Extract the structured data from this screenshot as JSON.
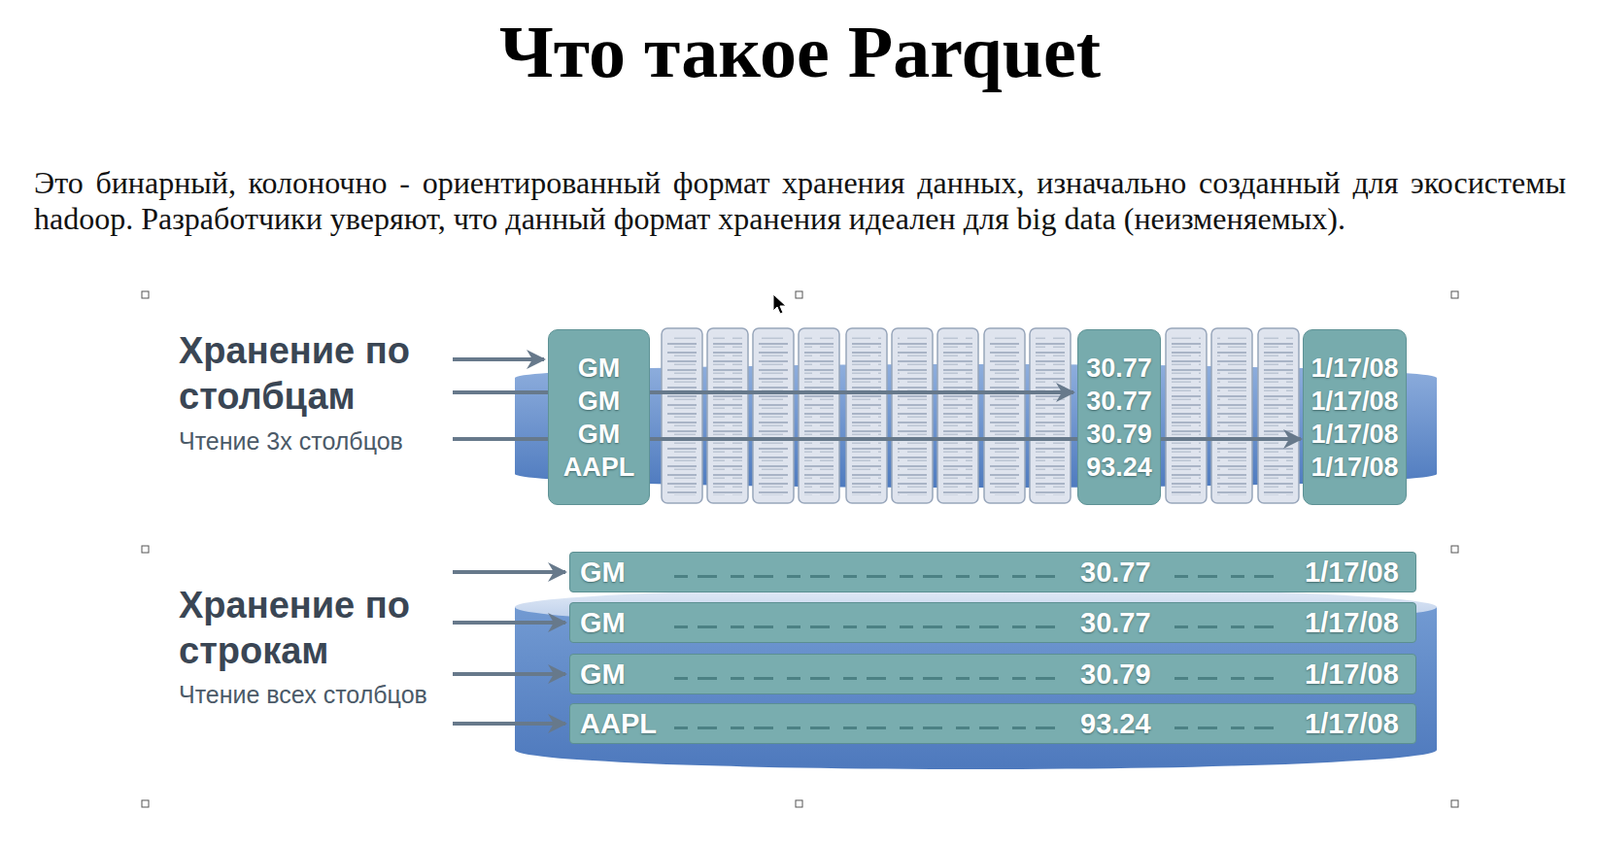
{
  "diagram": {
    "title": "Что такое Parquet",
    "nodes": [
      {
        "text": [
          "GM",
          "GM",
          "GM",
          "AAPL"
        ]
      },
      {
        "text": [
          "30.77",
          "30.77",
          "30.79",
          "93.24"
        ]
      },
      {
        "text": [
          "1/17/08",
          "1/17/08",
          "1/17/08",
          "1/17/08"
        ]
      },
      {
        "text": [
          "GM",
          "30.77",
          "1/17/08"
        ]
      },
      {
        "text": [
          "GM",
          "30.77",
          "1/17/08"
        ]
      },
      {
        "text": [
          "GM",
          "30.79",
          "1/17/08"
        ]
      },
      {
        "text": [
          "AAPL",
          "93.24",
          "1/17/08"
        ]
      }
    ],
    "labels": [
      "Это бинарный, колоночно - ориентированный формат хранения данных, изначально созданный для экосистемы hadoop. Разработчики уверяют, что данный формат хранения идеален для big data (неизменяемых).",
      "Хранение по столбцам",
      "Чтение 3х столбцов",
      "Хранение по строкам",
      "Чтение всех столбцов"
    ]
  }
}
